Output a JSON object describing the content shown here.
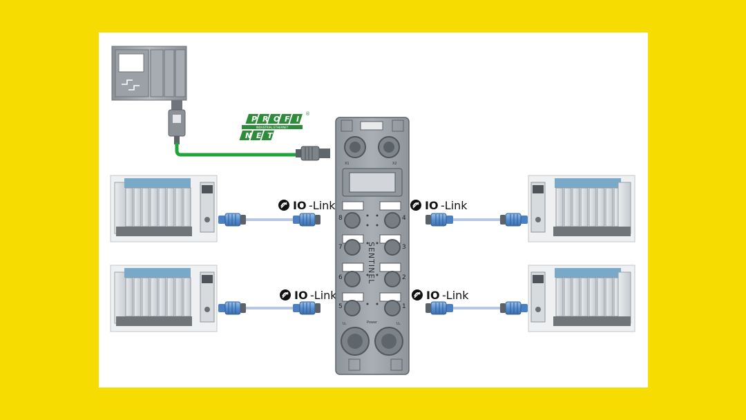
{
  "background_color": "#f6dc00",
  "panel_color": "#ffffff",
  "protocol_logo": {
    "letters_top": [
      "P",
      "R",
      "O",
      "F",
      "I"
    ],
    "tagline": "INDUSTRIAL ETHERNET",
    "letters_bottom": [
      "N",
      "E",
      "T"
    ],
    "registered": "®",
    "color": "#2e8b3a"
  },
  "io_link_labels": [
    {
      "bold": "IO",
      "rest": "-Link",
      "position": "left-top"
    },
    {
      "bold": "IO",
      "rest": "-Link",
      "position": "right-top"
    },
    {
      "bold": "IO",
      "rest": "-Link",
      "position": "left-bottom"
    },
    {
      "bold": "IO",
      "rest": "-Link",
      "position": "right-bottom"
    }
  ],
  "hub": {
    "brand": "SENTINEL",
    "port_numbers_left": [
      "8",
      "7",
      "6",
      "5"
    ],
    "port_numbers_right": [
      "4",
      "3",
      "2",
      "1"
    ],
    "lower_labels": [
      "Uₛ",
      "Power",
      "Uₐ"
    ],
    "upper_labels": [
      "X1",
      "X2"
    ]
  },
  "colors": {
    "ethernet_cable": "#1fa53b",
    "io_cable": "#b9c6e2",
    "connector_blue": "#6a9fd8",
    "device_gray": "#9aa0a5"
  }
}
